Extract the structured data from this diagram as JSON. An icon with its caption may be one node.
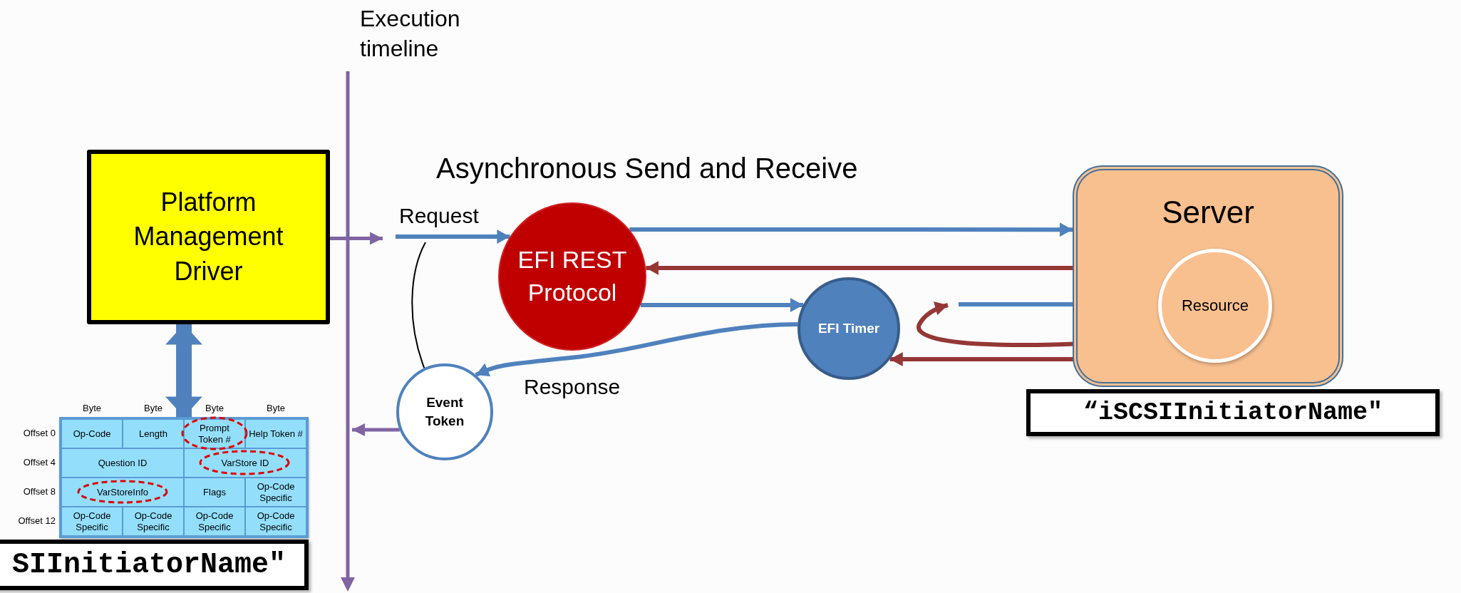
{
  "diagram": {
    "title": "Asynchronous Send and Receive",
    "nodes": [
      {
        "text": [
          "Platform Management Driver"
        ]
      },
      {
        "text": [],
        "shape": "box"
      },
      {
        "text": [
          "EFI REST Protocol"
        ]
      },
      {
        "text": [
          "EFI Timer"
        ]
      },
      {
        "text": [
          "Event Token"
        ]
      },
      {
        "text": [
          "Server"
        ]
      },
      {
        "text": [
          "Resource"
        ],
        "in": 5
      },
      {
        "text": [
          "“iSCSIInitiatorName\""
        ]
      },
      {
        "text": [
          "SIInitiatorName\""
        ]
      }
    ],
    "edges": [
      {
        "from": 0,
        "to": null,
        "arrow": "to",
        "color": "#8064a2"
      },
      {
        "from": 0,
        "to": 1,
        "arrow": "both",
        "style": "thick"
      },
      {
        "from": null,
        "to": 2,
        "arrow": "to",
        "label": "Request"
      },
      {
        "from": 2,
        "to": 5,
        "arrow": "to"
      },
      {
        "from": 5,
        "to": 2,
        "arrow": "to",
        "color": "#953735"
      },
      {
        "from": 2,
        "to": 3,
        "arrow": "to"
      },
      {
        "from": 3,
        "to": 4,
        "arrow": "to",
        "label": "Response"
      },
      {
        "from": 6,
        "to": null,
        "arrow": "to",
        "color": "#953735"
      },
      {
        "from": null,
        "to": 6,
        "arrow": "to"
      },
      {
        "from": 6,
        "to": 3,
        "arrow": "to",
        "color": "#953735"
      },
      {
        "from": 4,
        "to": null,
        "arrow": "to",
        "color": "#8064a2"
      },
      {
        "from": 4,
        "to": null,
        "arrow": "none",
        "color": "#000000"
      }
    ],
    "labels": [
      "Execution timeline",
      "Byte",
      "Byte",
      "Byte",
      "Byte",
      "Offset 0",
      "Op-Code",
      "Length",
      "Prompt Token #",
      "Help Token #",
      "Offset 4",
      "Question ID",
      "VarStore ID",
      "Offset 8",
      "VarStoreInfo",
      "Flags",
      "Op-Code Specific",
      "Offset 12",
      "Op-Code Specific",
      "Op-Code Specific",
      "Op-Code Specific",
      "Op-Code Specific"
    ]
  }
}
